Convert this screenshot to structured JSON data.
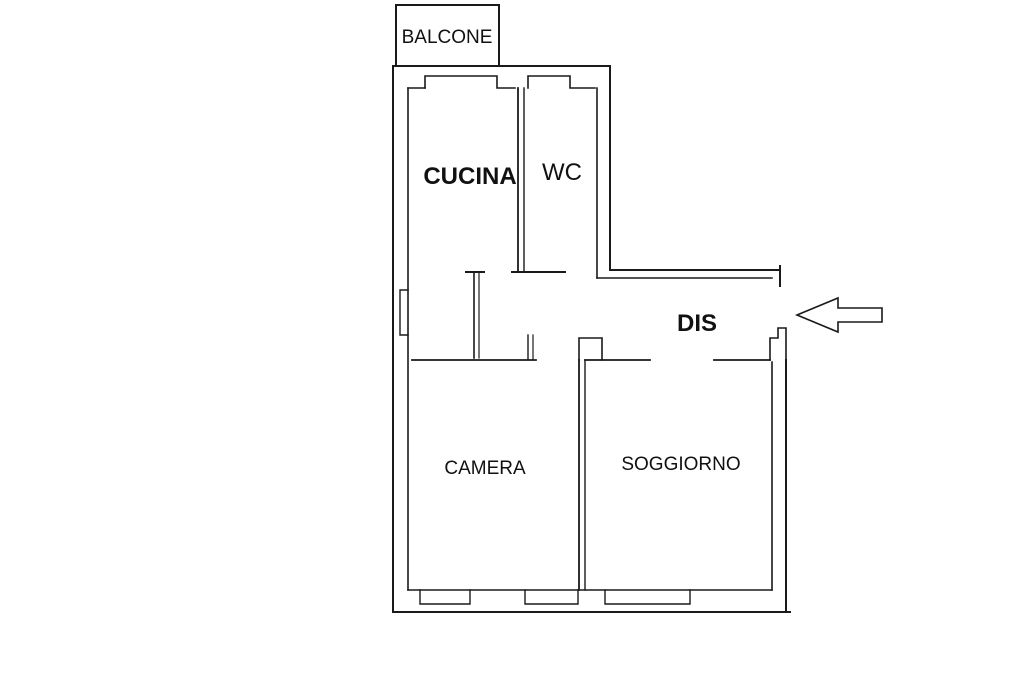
{
  "plan": {
    "rooms": [
      {
        "id": "balcone",
        "label": "BALCONE"
      },
      {
        "id": "cucina",
        "label": "CUCINA"
      },
      {
        "id": "wc",
        "label": "WC"
      },
      {
        "id": "dis",
        "label": "DIS"
      },
      {
        "id": "camera",
        "label": "CAMERA"
      },
      {
        "id": "soggiorno",
        "label": "SOGGIORNO"
      }
    ],
    "entrance_arrow_icon": "arrow-left-outline-icon"
  }
}
